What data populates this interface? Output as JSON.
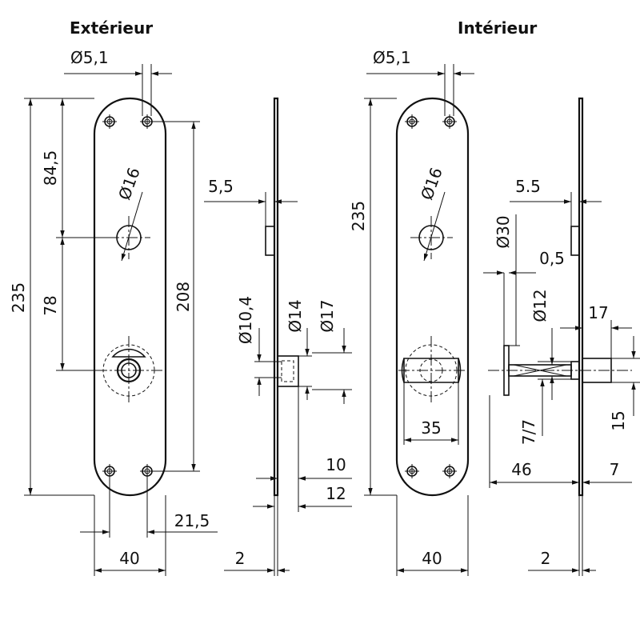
{
  "titles": {
    "exterior": "Extérieur",
    "interior": "Intérieur"
  },
  "exterior": {
    "dim_screw_hole": "Ø5,1",
    "dim_total_height": "235",
    "dim_top_to_center": "84,5",
    "dim_center_to_lock": "78",
    "dim_hole_spacing": "208",
    "dim_handle_hole": "Ø16",
    "dim_width": "40",
    "dim_lock_offset": "21,5"
  },
  "exterior_side": {
    "dim_boss": "5,5",
    "dim_d104": "Ø10,4",
    "dim_d14": "Ø14",
    "dim_d17": "Ø17",
    "dim_10": "10",
    "dim_12": "12",
    "dim_2": "2"
  },
  "interior": {
    "dim_screw_hole": "Ø5,1",
    "dim_total_height": "235",
    "dim_handle_hole": "Ø16",
    "dim_turn_width": "35",
    "dim_width": "40"
  },
  "interior_side": {
    "dim_boss": "5.5",
    "dim_d30": "Ø30",
    "dim_05": "0,5",
    "dim_d12": "Ø12",
    "dim_17": "17",
    "dim_15": "15",
    "dim_77": "7/7",
    "dim_46": "46",
    "dim_7": "7",
    "dim_2": "2"
  }
}
